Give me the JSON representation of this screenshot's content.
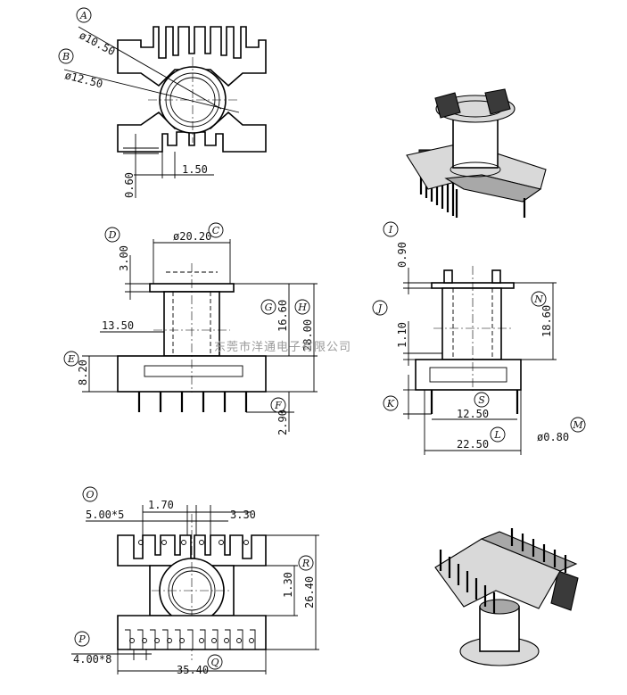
{
  "watermark": "东莞市洋通电子有限公司",
  "callouts": {
    "A": "A",
    "B": "B",
    "C": "C",
    "D": "D",
    "E": "E",
    "F": "F",
    "G": "G",
    "H": "H",
    "I": "I",
    "J": "J",
    "K": "K",
    "L": "L",
    "M": "M",
    "N": "N",
    "O": "O",
    "P": "P",
    "Q": "Q",
    "R": "R",
    "S": "S"
  },
  "dimensions": {
    "top_inner_dia": "ø10.50",
    "top_outer_dia": "ø12.50",
    "top_slot_width": "1.50",
    "top_slot_depth": "0.60",
    "front_flange_dia": "ø20.20",
    "front_flange_thk": "3.00",
    "front_tube_width": "13.50",
    "front_winding_height": "16.60",
    "front_total_height": "28.00",
    "front_base_height": "8.20",
    "front_pin_length": "2.90",
    "side_flange_thk": "0.90",
    "side_step": "1.10",
    "side_body_height": "18.60",
    "side_pin_spacing": "12.50",
    "side_base_width": "22.50",
    "side_pin_dia": "ø0.80",
    "bottom_pitch_top": "5.00*5",
    "bottom_gap": "1.70",
    "bottom_slot": "3.30",
    "bottom_inner_height": "1.30",
    "bottom_total_height": "26.40",
    "bottom_pitch_bottom": "4.00*8",
    "bottom_total_width": "35.40"
  }
}
